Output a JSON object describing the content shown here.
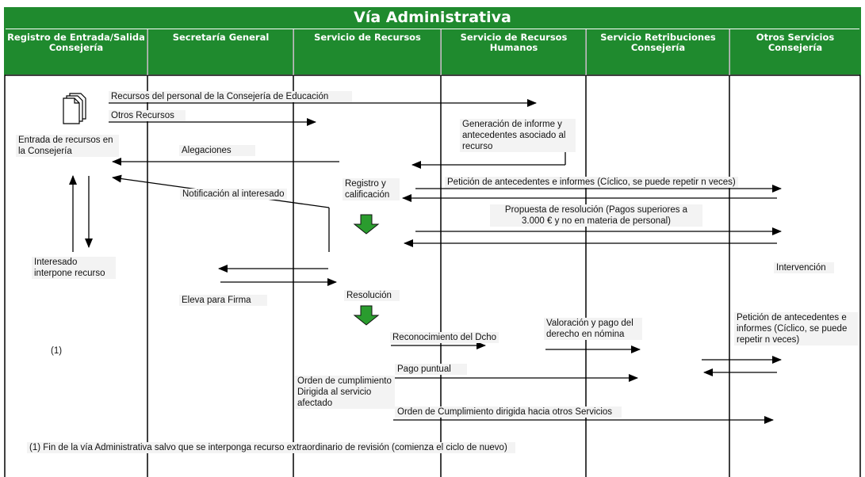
{
  "title": "Vía Administrativa",
  "columns": [
    {
      "name": "Registro de Entrada/Salida Consejería"
    },
    {
      "name": "Secretaría General"
    },
    {
      "name": "Servicio de Recursos"
    },
    {
      "name": "Servicio de Recursos Humanos"
    },
    {
      "name": "Servicio Retribuciones Consejería"
    },
    {
      "name": "Otros Servicios Consejería"
    }
  ],
  "icons": [
    "documents-icon",
    "down-arrow-icon"
  ],
  "colors": {
    "header_green": "#1f8a2e",
    "arrow_green": "#2a9c2e",
    "line": "#000000"
  },
  "labels": {
    "recursos_personal": "Recursos del personal de la Consejería de Educación",
    "otros_recursos": "Otros Recursos",
    "entrada": "Entrada de recursos en la Consejería",
    "alegaciones": "Alegaciones",
    "generacion": "Generación de informe y antecedentes asociado al recurso",
    "registro": "Registro y calificación",
    "peticion": "Petición de antecedentes e informes (Cíclico, se puede repetir n veces)",
    "notificacion": "Notificación al interesado",
    "propuesta": "Propuesta de resolución (Pagos superiores a 3.000 € y no en materia de personal)",
    "interesado": "Interesado interpone recurso",
    "intervencion": "Intervención",
    "eleva": "Eleva para Firma",
    "resolucion": "Resolución",
    "peticion2": "Petición de antecedentes e informes (Cíclico, se puede repetir n veces)",
    "valoracion": "Valoración y pago del derecho en nómina",
    "reconocimiento": "Reconocimiento del Dcho",
    "nota_ref": "(1)",
    "pago": "Pago puntual",
    "orden": "Orden de cumplimiento Dirigida al servicio afectado",
    "orden_otros": "Orden de Cumplimiento dirigida hacia otros Servicios",
    "nota": "(1) Fin de la vía Administrativa salvo que se interponga recurso extraordinario de revisión (comienza el ciclo de nuevo)"
  }
}
